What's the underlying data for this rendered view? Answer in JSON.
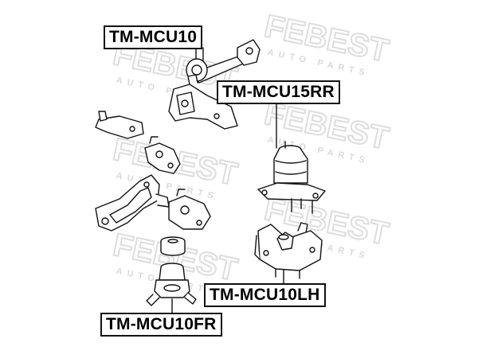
{
  "watermark": {
    "brand": "FEBEST",
    "tagline": "AUTO PARTS",
    "color": "#e3e3e3"
  },
  "parts": [
    {
      "code": "TM-MCU10"
    },
    {
      "code": "TM-MCU15RR"
    },
    {
      "code": "TM-MCU10LH"
    },
    {
      "code": "TM-MCU10FR"
    }
  ],
  "colors": {
    "line": "#111111",
    "background": "#ffffff"
  }
}
